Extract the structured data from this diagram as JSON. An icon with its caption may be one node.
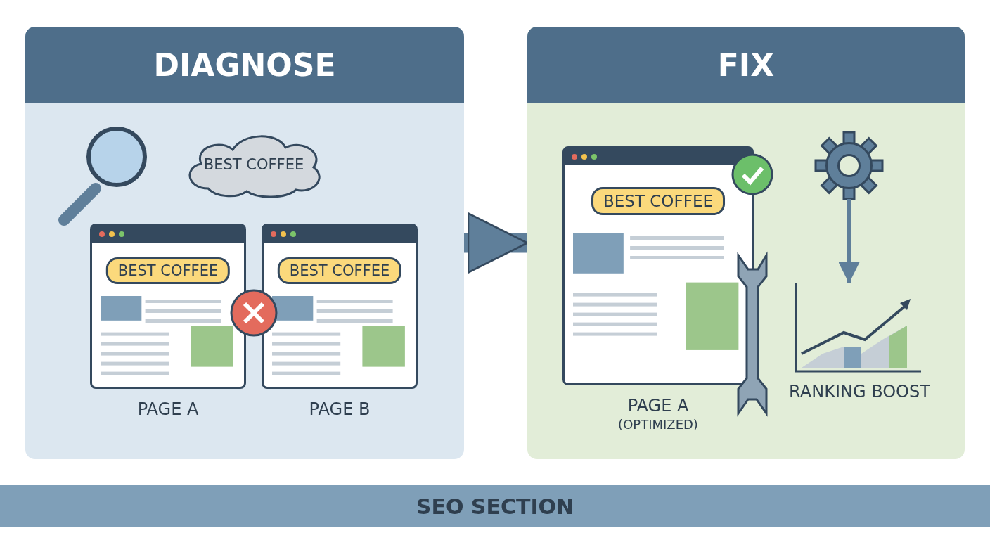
{
  "diagram": {
    "nodes": [
      {
        "text": [
          "DIAGNOSE"
        ]
      },
      {
        "text": [
          "BEST COFFEE"
        ],
        "in": 0
      },
      {
        "text": [
          "BEST COFFEE"
        ],
        "beside": [
          "PAGE A"
        ],
        "in": 0
      },
      {
        "text": [
          "BEST COFFEE"
        ],
        "beside": [
          "PAGE B"
        ],
        "in": 0
      },
      {
        "text": [
          "FIX"
        ]
      },
      {
        "text": [
          "BEST COFFEE"
        ],
        "beside": [
          "PAGE A",
          "(OPTIMIZED)"
        ],
        "in": 4
      },
      {
        "text": [],
        "shape": "picture",
        "in": 4
      },
      {
        "text": [],
        "shape": "picture",
        "beside": [
          "RANKING BOOST"
        ],
        "in": 4
      }
    ],
    "edges": [
      {
        "from": 0,
        "to": 4,
        "arrow": "to",
        "style": "thick"
      },
      {
        "from": 6,
        "to": 7,
        "arrow": "to"
      }
    ],
    "labels": [
      "SEO SECTION"
    ]
  }
}
